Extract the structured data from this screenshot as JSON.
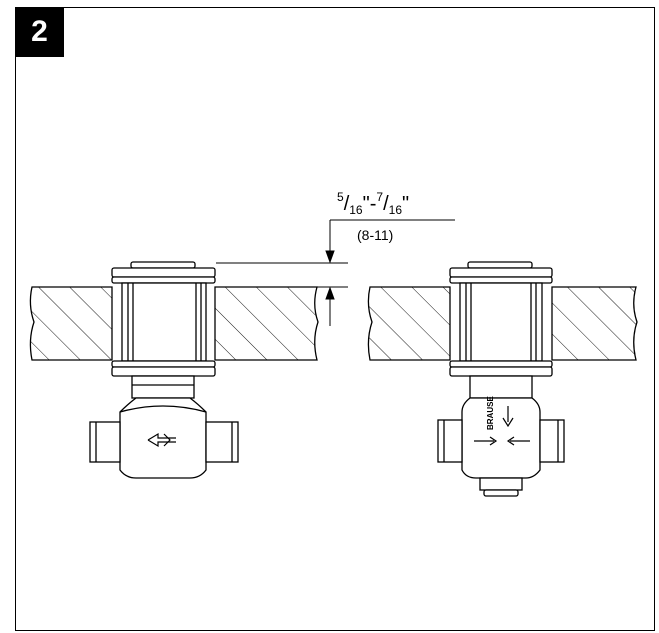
{
  "step_number": "2",
  "dimension": {
    "imperial_part1_num": "5",
    "imperial_part1_den": "16",
    "dash": "-",
    "imperial_part2_num": "7",
    "imperial_part2_den": "16",
    "inch_mark": "\"",
    "metric": "(8-11)"
  },
  "valve_label": "BRAUSE",
  "colors": {
    "ink": "#000000",
    "paper": "#ffffff"
  }
}
